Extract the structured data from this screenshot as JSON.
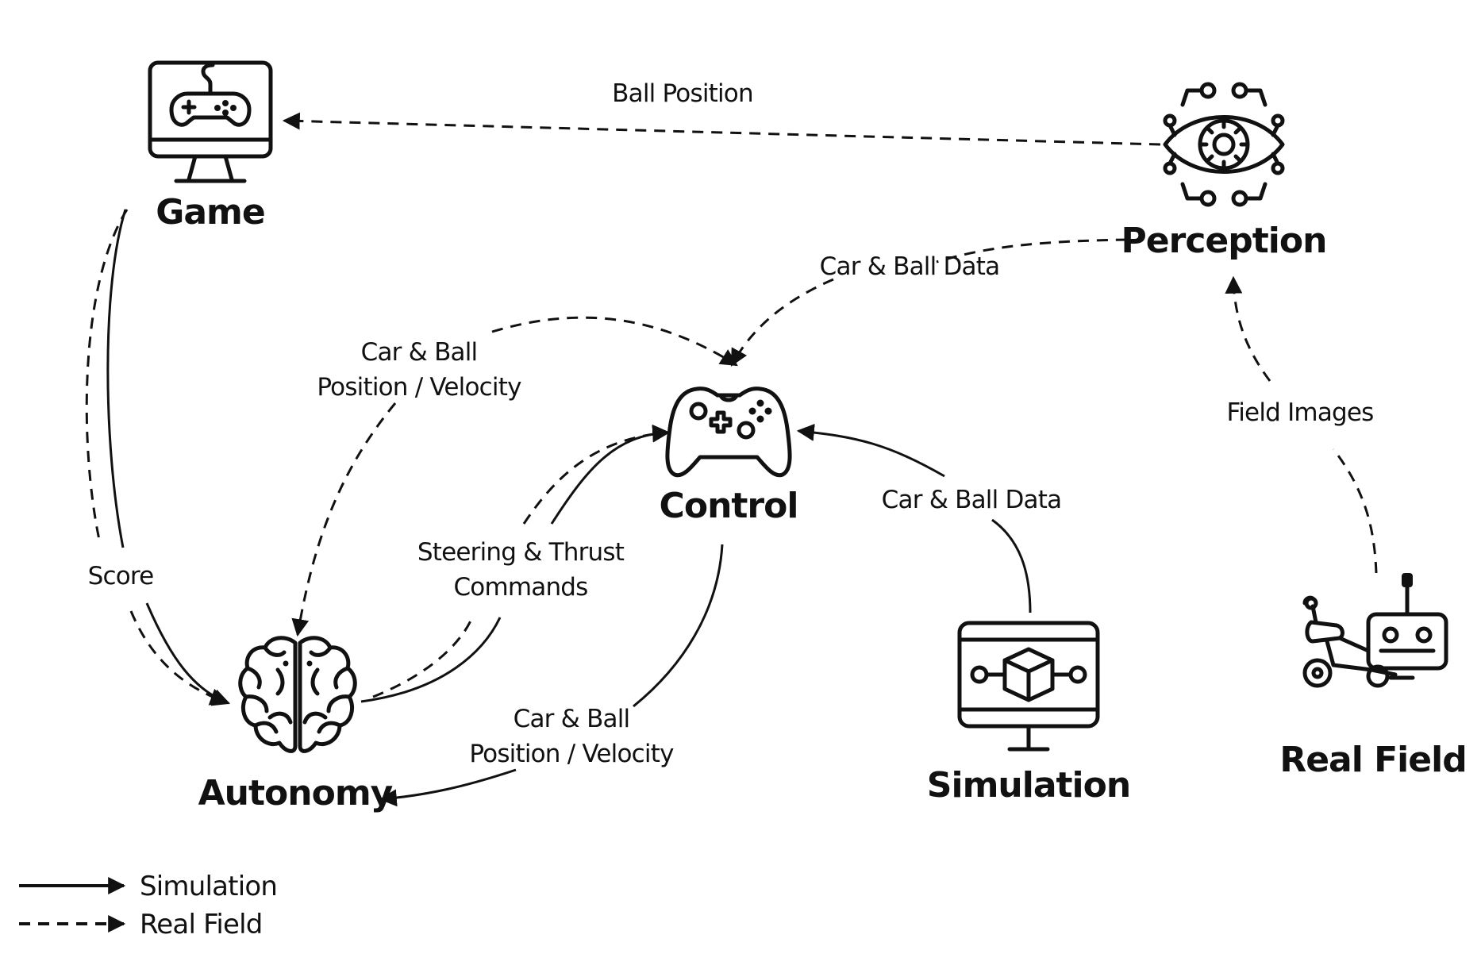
{
  "nodes": {
    "game": "Game",
    "perception": "Perception",
    "control": "Control",
    "autonomy": "Autonomy",
    "simulation": "Simulation",
    "real_field": "Real Field"
  },
  "edges": {
    "ball_position": "Ball Position",
    "car_ball_data_perception": "Car & Ball Data",
    "car_ball_pos_vel_top_line1": "Car & Ball",
    "car_ball_pos_vel_top_line2": "Position / Velocity",
    "steering_line1": "Steering & Thrust",
    "steering_line2": "Commands",
    "car_ball_data_sim": "Car & Ball Data",
    "field_images": "Field Images",
    "score": "Score",
    "car_ball_pos_vel_bottom_line1": "Car & Ball",
    "car_ball_pos_vel_bottom_line2": "Position / Velocity"
  },
  "legend": {
    "solid": "Simulation",
    "dashed": "Real Field"
  },
  "icons": {
    "game": "game-monitor-icon",
    "perception": "eye-circuit-icon",
    "control": "gamepad-icon",
    "autonomy": "brain-icon",
    "simulation": "simulation-monitor-icon",
    "real_field": "rc-car-icon"
  }
}
